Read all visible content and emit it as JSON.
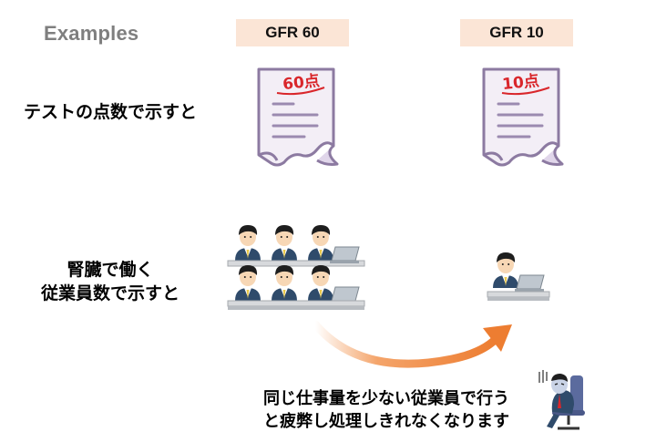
{
  "heading": "Examples",
  "columns": [
    {
      "label": "GFR 60",
      "score": "60点"
    },
    {
      "label": "GFR 10",
      "score": "10点"
    }
  ],
  "rows": [
    {
      "label": "テストの点数で示すと"
    },
    {
      "label_lines": [
        "腎臓で働く",
        "従業員数で示すと"
      ]
    }
  ],
  "caption_lines": [
    "同じ仕事量を少ない従業員で行う",
    "と疲弊し処理しきれなくなります"
  ],
  "colors": {
    "label_bg": "#fbe5d6",
    "heading": "#7f7f7f",
    "arrow": "#ed7d31",
    "paper_fill": "#f3eef6",
    "paper_stroke": "#8c7aa1",
    "score_red": "#d9262b",
    "suit": "#2f4b6b",
    "hair": "#1e1e1e",
    "skin": "#f7d7b5",
    "tie": "#e9c84a"
  }
}
